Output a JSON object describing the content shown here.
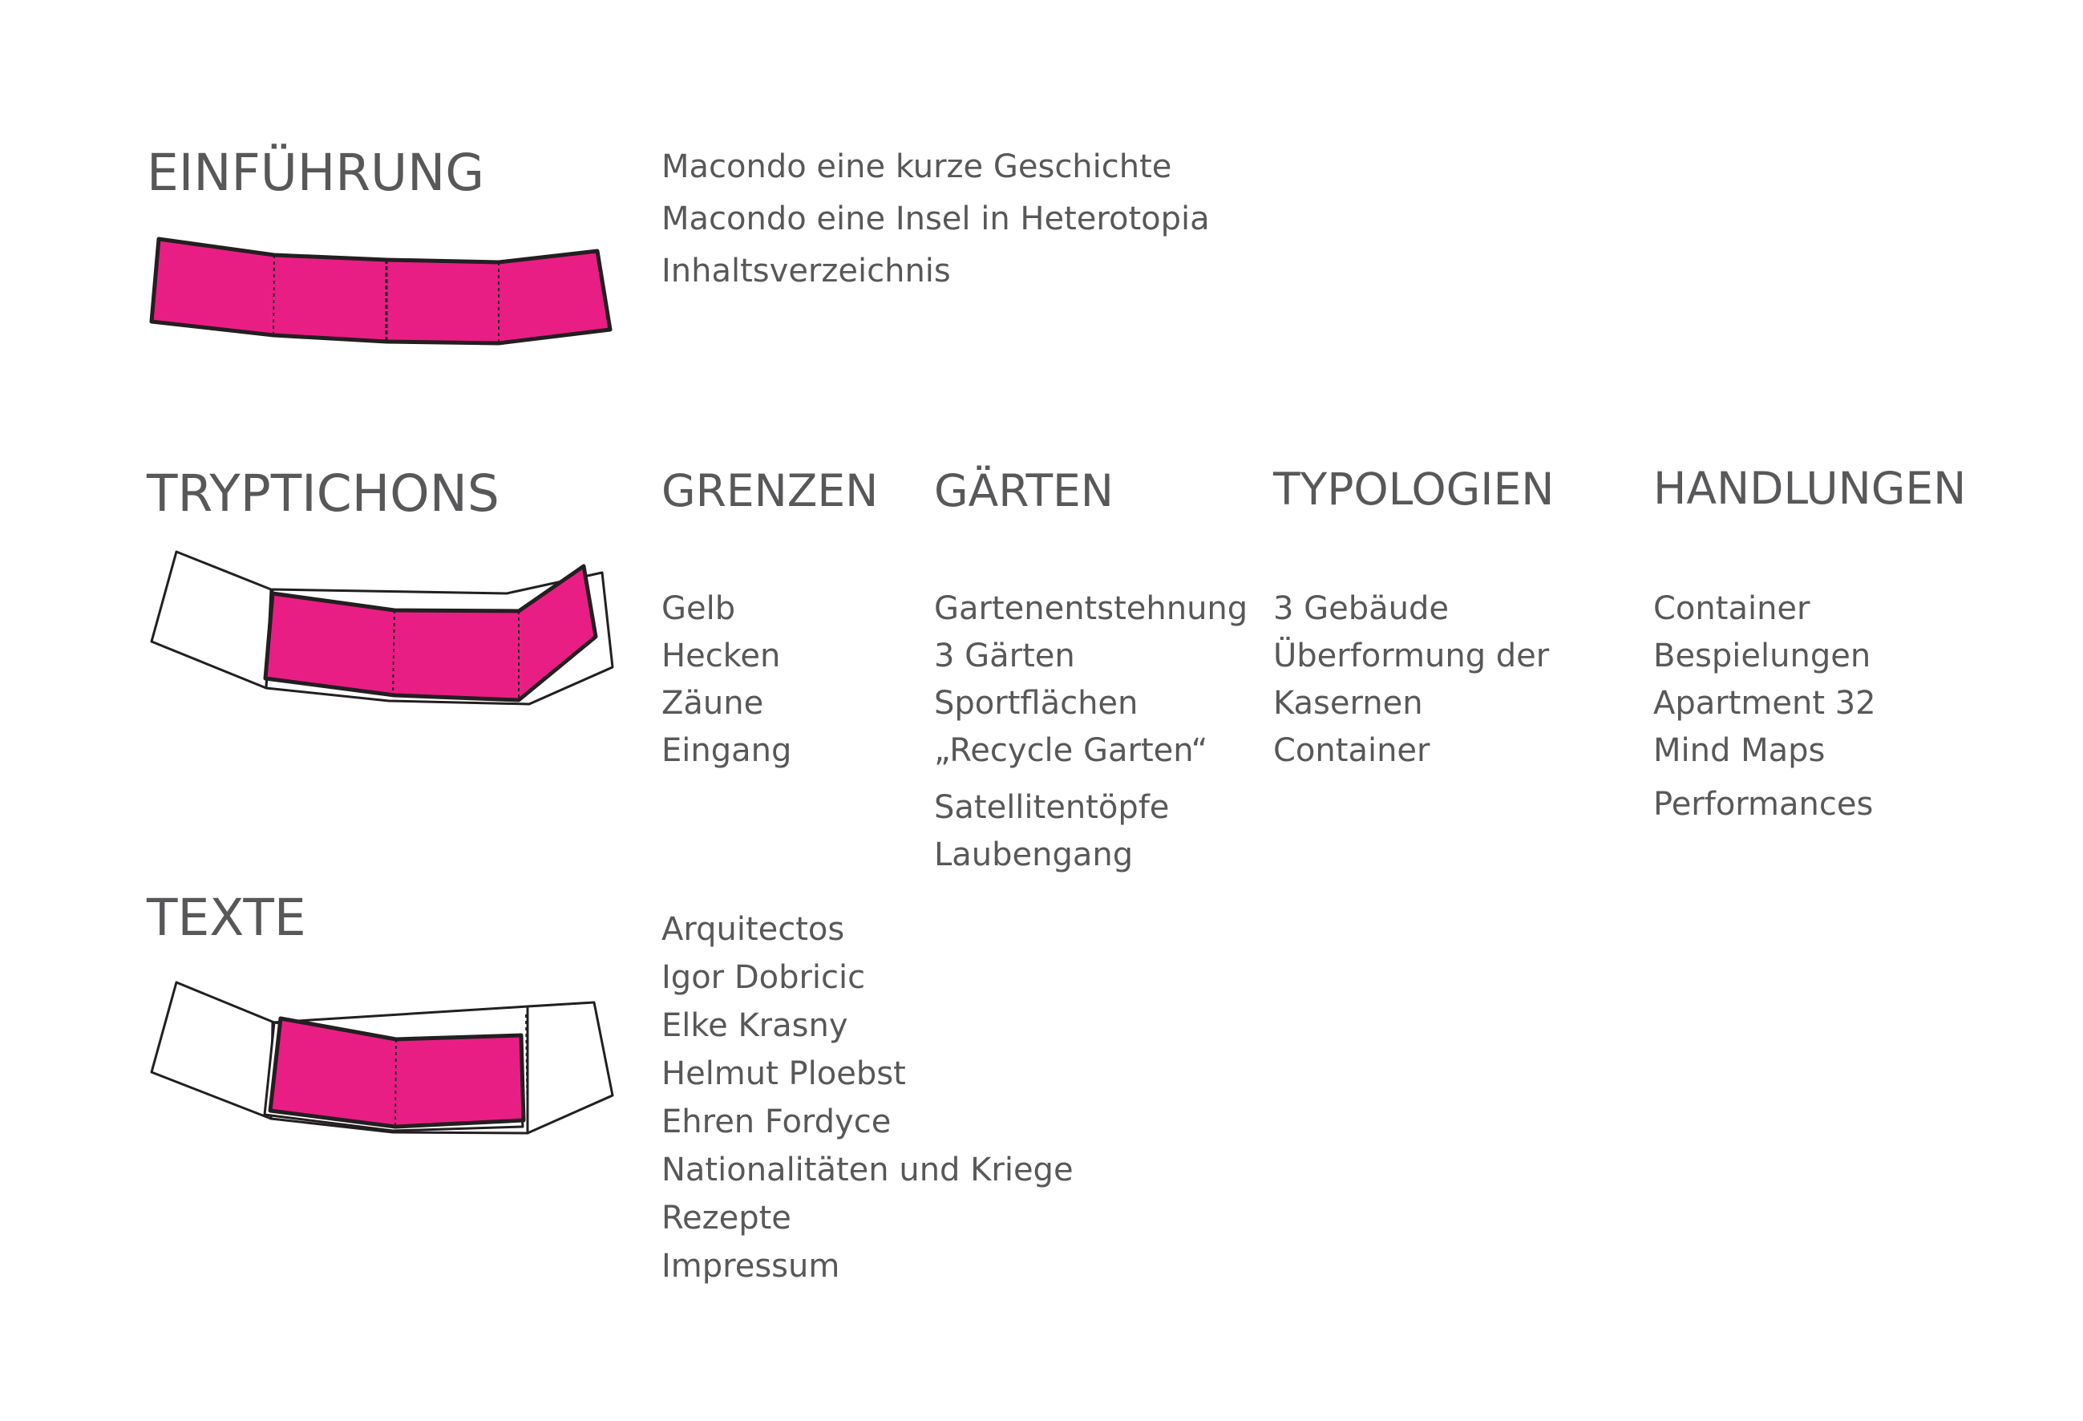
{
  "sections": {
    "intro": {
      "title": "EINFÜHRUNG",
      "items": [
        "Macondo eine kurze Geschichte",
        "Macondo eine Insel in Heterotopia",
        "Inhaltsverzeichnis"
      ]
    },
    "triptychs": {
      "title": "TRYPTICHONS",
      "columns": [
        {
          "heading": "GRENZEN",
          "items": [
            "Gelb",
            "Hecken",
            "Zäune",
            "Eingang"
          ]
        },
        {
          "heading": "GÄRTEN",
          "items": [
            "Gartenentstehnung",
            "3 Gärten",
            "Sportflächen",
            "„Recycle Garten“",
            "Satellitentöpfe",
            "Laubengang"
          ]
        },
        {
          "heading": "TYPOLOGIEN",
          "items": [
            "3 Gebäude",
            "Überformung der",
            "Kasernen",
            "Container"
          ]
        },
        {
          "heading": "HANDLUNGEN",
          "items": [
            "Container",
            "Bespielungen",
            "Apartment 32",
            "Mind Maps",
            "Performances"
          ]
        }
      ]
    },
    "texts": {
      "title": "TEXTE",
      "items": [
        "Arquitectos",
        "Igor Dobricic",
        "Elke Krasny",
        "Helmut Ploebst",
        "Ehren Fordyce",
        "Nationalitäten und Kriege",
        "Rezepte",
        "Impressum"
      ]
    }
  },
  "colors": {
    "accent_magenta": "#e91e84",
    "text_gray": "#58585a",
    "outline": "#231f20"
  },
  "icons": [
    "folded-leporello-icon",
    "triptych-fold-icon",
    "booklet-fold-icon"
  ]
}
